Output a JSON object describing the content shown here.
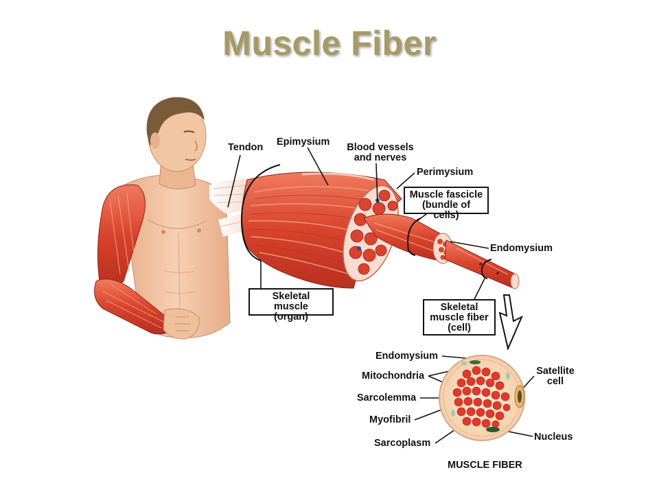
{
  "title": "Muscle Fiber",
  "labels": {
    "tendon": "Tendon",
    "epimysium": "Epimysium",
    "blood_vessels_1": "Blood vessels",
    "blood_vessels_2": "and nerves",
    "perimysium": "Perimysium",
    "endomysium_top": "Endomysium",
    "endomysium_bottom": "Endomysium",
    "mitochondria": "Mitochondria",
    "sarcolemma": "Sarcolemma",
    "myofibril": "Myofibril",
    "sarcoplasm": "Sarcoplasm",
    "satellite_1": "Satellite",
    "satellite_2": "cell",
    "nucleus": "Nucleus",
    "muscle_fiber_caption": "MUSCLE FIBER"
  },
  "boxes": {
    "fascicle_1": "Muscle fascicle",
    "fascicle_2": "(bundle of cells)",
    "skeletal_muscle_1": "Skeletal muscle",
    "skeletal_muscle_2": "(organ)",
    "fiber_1": "Skeletal",
    "fiber_2": "muscle fiber",
    "fiber_3": "(cell)"
  },
  "colors": {
    "title": "#a89a66",
    "muscle": "#d9432f",
    "skin": "#f3c7a5",
    "line": "#111111"
  }
}
